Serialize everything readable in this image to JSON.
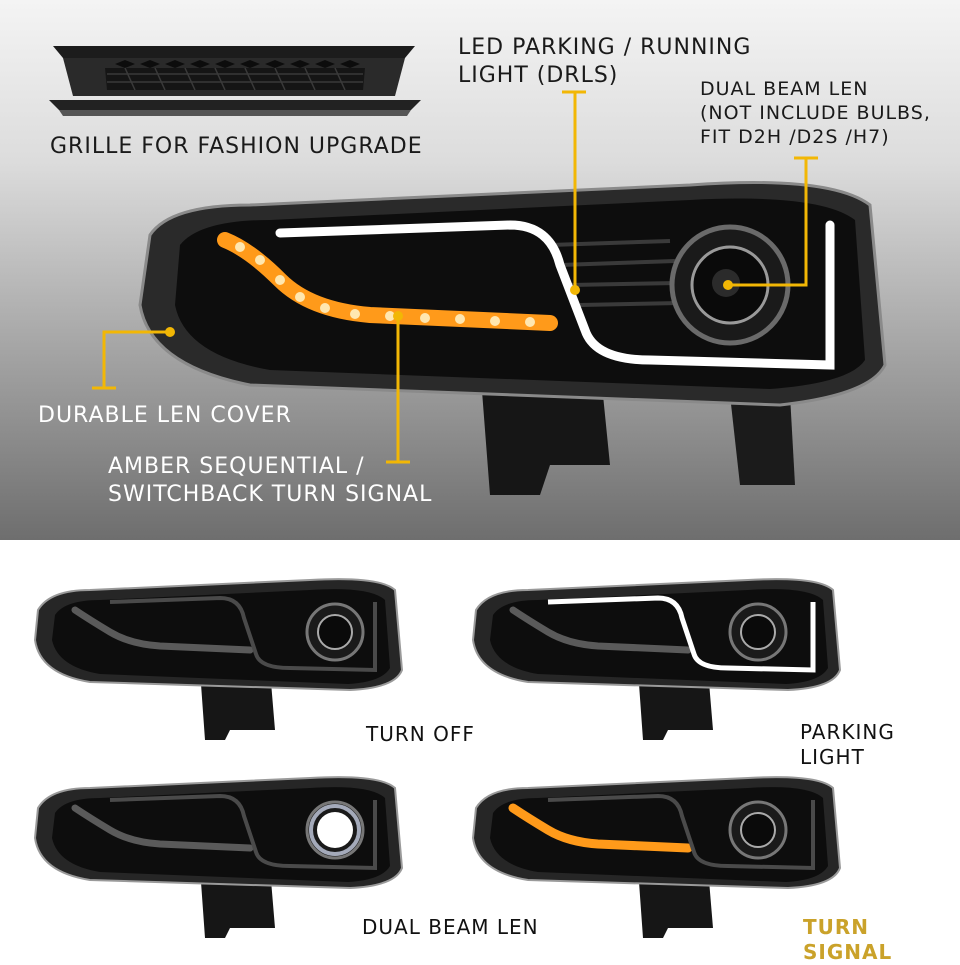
{
  "callouts": {
    "grille": "GRILLE FOR FASHION UPGRADE",
    "drl": "LED PARKING / RUNNING\nLIGHT (DRLS)",
    "dual_beam": "DUAL BEAM LEN\n(NOT INCLUDE BULBS,\nFIT D2H /D2S /H7)",
    "lens_cover": "DURABLE LEN COVER",
    "turn_signal": "AMBER SEQUENTIAL /\nSWITCHBACK TURN SIGNAL"
  },
  "modes": {
    "turn_off": "TURN OFF",
    "parking": "PARKING\nLIGHT",
    "dual_beam": "DUAL BEAM LEN",
    "turn_signal": "TURN SIGNAL"
  },
  "colors": {
    "callout_line": "#f2b705",
    "amber_led": "#ff9a1a",
    "drl_white": "#ffffff",
    "housing": "#0d0d0d"
  }
}
